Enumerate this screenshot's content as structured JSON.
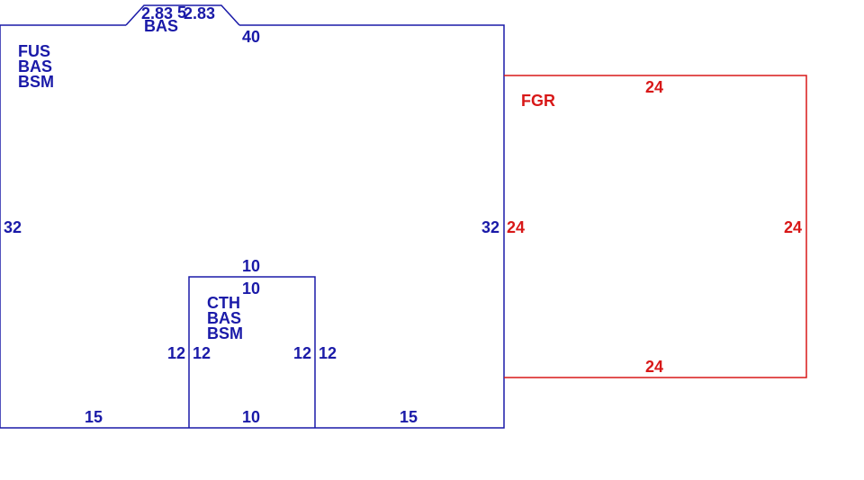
{
  "colors": {
    "house": "#1a1aa8",
    "garage": "#d81818",
    "background": "#ffffff"
  },
  "main": {
    "codes": [
      "FUS",
      "BAS",
      "BSM"
    ],
    "dims": {
      "top": "40",
      "left": "32",
      "right": "32",
      "bottom_left": "15",
      "bottom_right": "15"
    }
  },
  "bay": {
    "codes": [
      "BAS"
    ],
    "dims": {
      "left": "2.83",
      "top": "5",
      "right": "2.83"
    }
  },
  "cutout": {
    "codes": [
      "CTH",
      "BAS",
      "BSM"
    ],
    "dims": {
      "top_outer": "10",
      "top_inner": "10",
      "left_outer": "12",
      "left_inner": "12",
      "right_inner": "12",
      "right_outer": "12",
      "bottom": "10"
    }
  },
  "garage": {
    "codes": [
      "FGR"
    ],
    "dims": {
      "top": "24",
      "left": "24",
      "right": "24",
      "bottom": "24"
    }
  }
}
